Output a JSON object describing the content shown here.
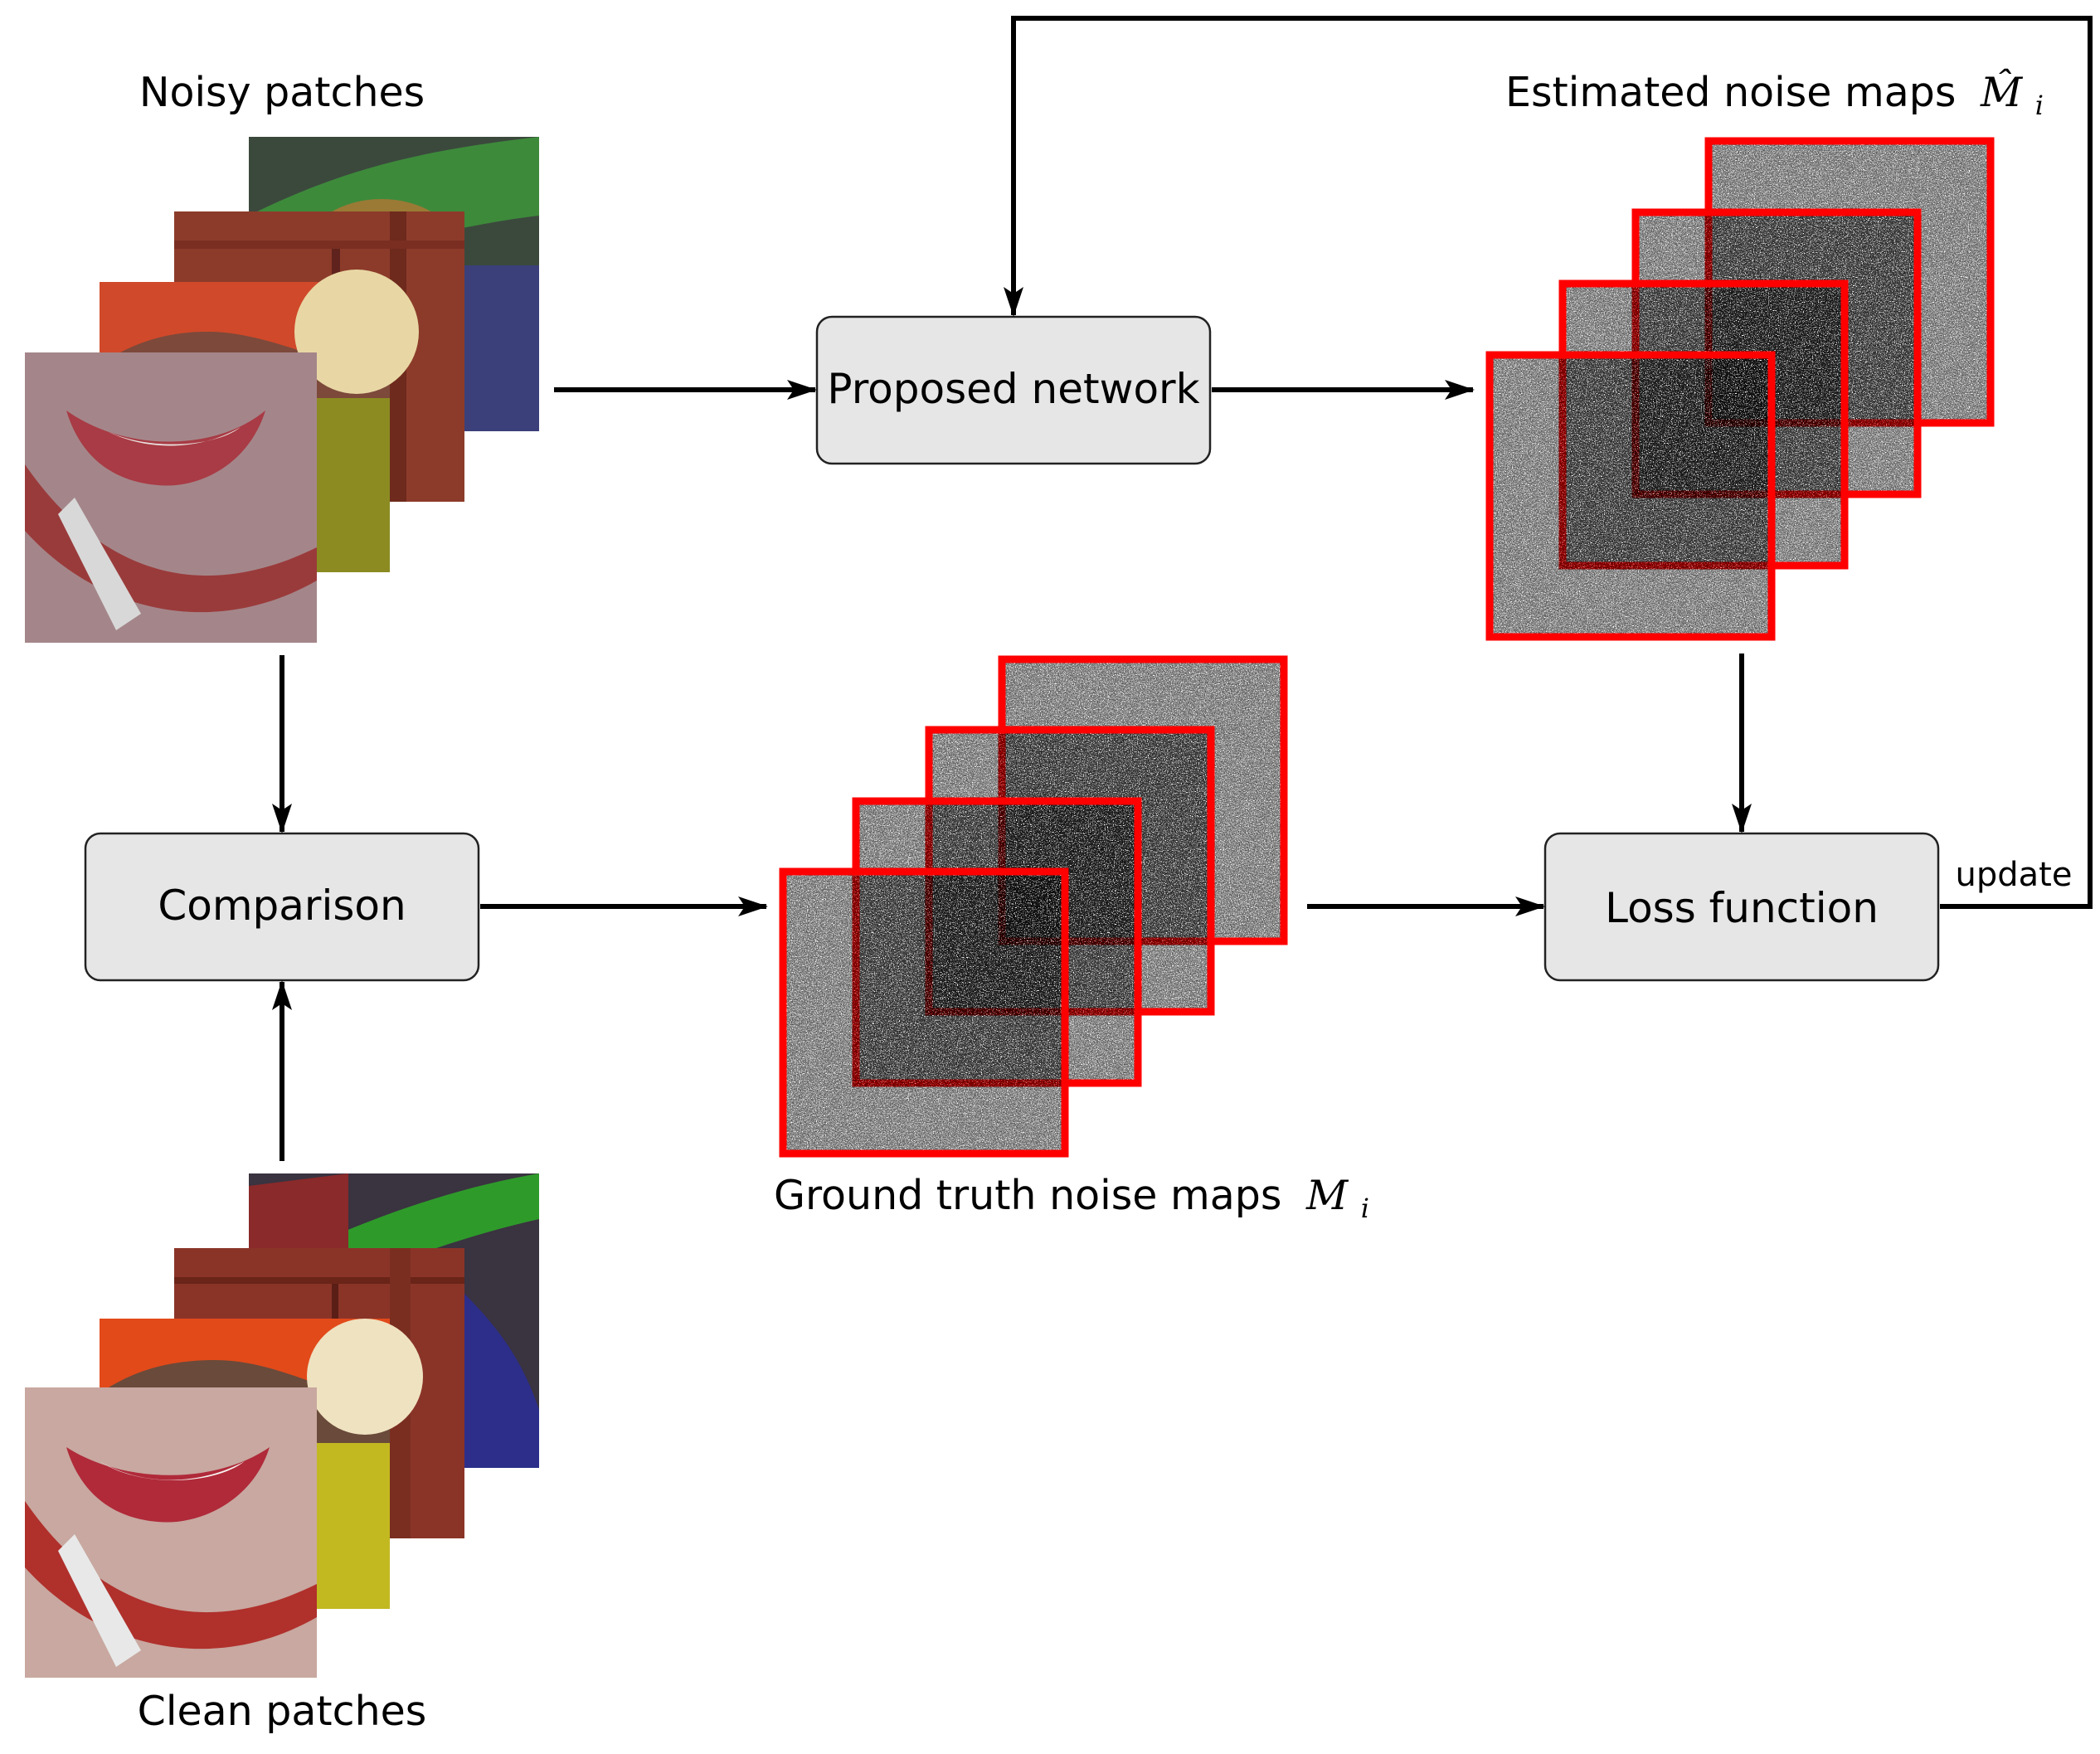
{
  "labels": {
    "noisy_patches": "Noisy patches",
    "clean_patches": "Clean patches",
    "estimated_noise_maps": "Estimated noise maps",
    "estimated_noise_symbol": "M̂",
    "estimated_noise_subscript": "i",
    "ground_truth_noise_maps": "Ground truth noise maps",
    "ground_truth_symbol": "M",
    "ground_truth_subscript": "i",
    "update": "update"
  },
  "boxes": {
    "proposed_network": "Proposed network",
    "comparison": "Comparison",
    "loss_function": "Loss function"
  },
  "colors": {
    "box_fill": "#e6e6e6",
    "noise_map_border": "#ff0000",
    "arrow": "#000000"
  }
}
